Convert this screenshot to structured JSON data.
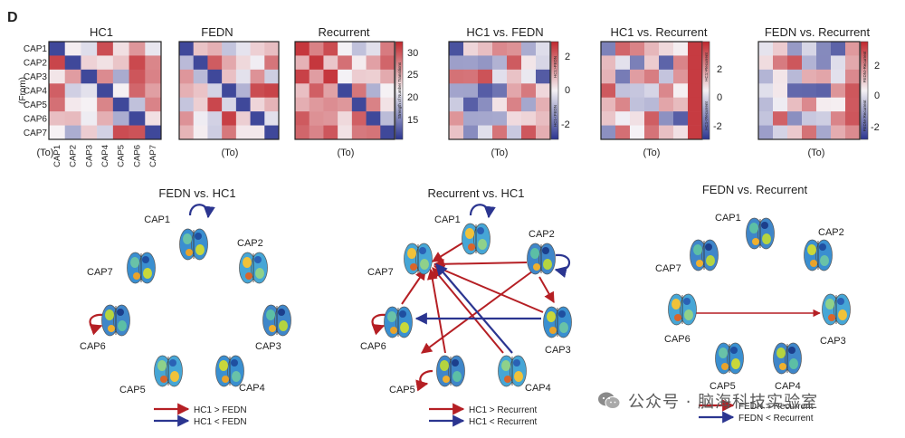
{
  "panel_label": "D",
  "matrices": {
    "row_labels": [
      "CAP1",
      "CAP2",
      "CAP3",
      "CAP4",
      "CAP5",
      "CAP6",
      "CAP7"
    ],
    "col_labels": [
      "CAP1",
      "CAP2",
      "CAP3",
      "CAP4",
      "CAP5",
      "CAP6",
      "CAP7"
    ],
    "from_label": "(From)",
    "to_label": "(To)",
    "titles": [
      "HC1",
      "FEDN",
      "Recurrent",
      "HC1 vs. FEDN",
      "HC1 vs. Recurrent",
      "FEDN vs. Recurrent"
    ],
    "colorbar1": {
      "ticks": [
        "30",
        "25",
        "20",
        "15"
      ],
      "label": "Strength of Number Transitions"
    },
    "colorbar2": {
      "ticks": [
        "2",
        "0",
        "-2"
      ],
      "top_label": "HC1>FEDN",
      "bottom_label": "HC1<FEDN"
    },
    "colorbar3": {
      "ticks": [
        "2",
        "0",
        "-2"
      ],
      "top_label": "HC1>Recurrent",
      "bottom_label": "HC1<Recurrent"
    },
    "colorbar4": {
      "ticks": [
        "2",
        "0",
        "-2"
      ],
      "top_label": "FEDN>Recurrent",
      "bottom_label": "FEDN<Recurrent"
    }
  },
  "networks": {
    "fedn_vs_hc1": {
      "title": "FEDN vs. HC1",
      "legend": [
        "HC1 > FEDN",
        "HC1 < FEDN"
      ],
      "nodes": [
        "CAP1",
        "CAP2",
        "CAP3",
        "CAP4",
        "CAP5",
        "CAP6",
        "CAP7"
      ]
    },
    "recurrent_vs_hc1": {
      "title": "Recurrent vs. HC1",
      "legend": [
        "HC1 > Recurrent",
        "HC1 < Recurrent"
      ],
      "nodes": [
        "CAP1",
        "CAP2",
        "CAP3",
        "CAP4",
        "CAP5",
        "CAP6",
        "CAP7"
      ]
    },
    "fedn_vs_recurrent": {
      "title": "FEDN vs. Recurrent",
      "legend": [
        "FEDN > Recurrent",
        "FEDN < Recurrent"
      ],
      "nodes": [
        "CAP1",
        "CAP2",
        "CAP3",
        "CAP4",
        "CAP5",
        "CAP6",
        "CAP7"
      ]
    }
  },
  "watermark": "公众号 · 脑海科技实验室",
  "colors": {
    "red": "#b51f24",
    "blue": "#2b3590"
  }
}
